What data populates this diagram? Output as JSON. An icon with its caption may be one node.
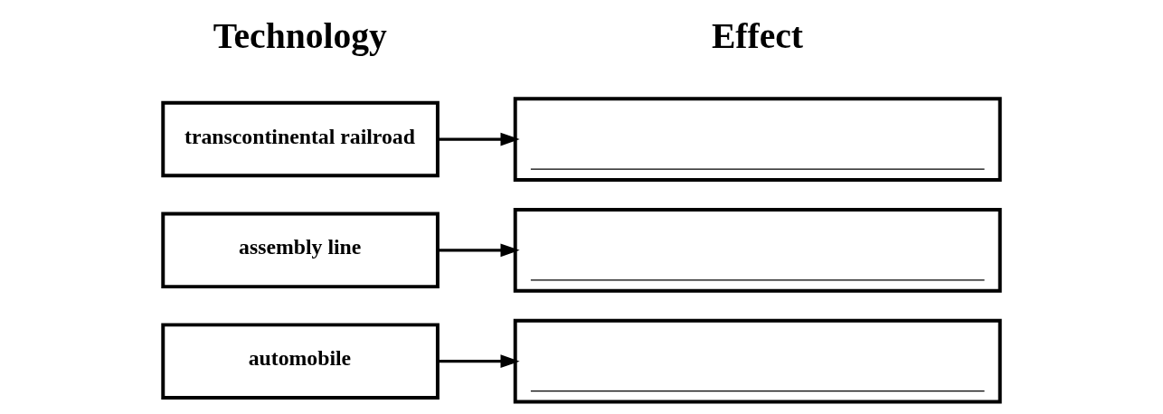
{
  "diagram": {
    "nodes": [
      {
        "text": [
          "transcontinental railroad"
        ]
      },
      {
        "text": [],
        "shape": "box"
      },
      {
        "text": [
          "assembly line"
        ]
      },
      {
        "text": [],
        "shape": "box"
      },
      {
        "text": [
          "automobile"
        ]
      },
      {
        "text": [],
        "shape": "box"
      }
    ],
    "edges": [
      {
        "from": 0,
        "to": 1,
        "arrow": "to"
      },
      {
        "from": 2,
        "to": 3,
        "arrow": "to"
      },
      {
        "from": 4,
        "to": 5,
        "arrow": "to"
      }
    ],
    "labels": [
      "Technology",
      "Effect"
    ]
  }
}
